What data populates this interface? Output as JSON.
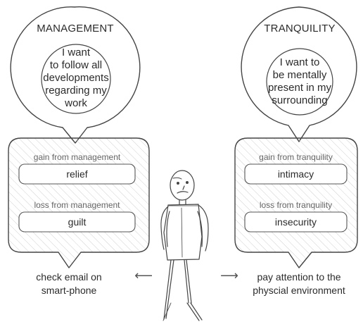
{
  "colors": {
    "stroke": "#444444",
    "hatch": "#cccccc",
    "text": "#2b2b2b",
    "muted_text": "#666666",
    "background": "#ffffff"
  },
  "left": {
    "title": "MANAGEMENT",
    "wish_lines": [
      "I want",
      "to follow all",
      "developments",
      "regarding my",
      "work"
    ],
    "gain_label": "gain from management",
    "gain_value": "relief",
    "loss_label": "loss from management",
    "loss_value": "guilt",
    "action_lines": [
      "check email on",
      "smart-phone"
    ]
  },
  "right": {
    "title": "TRANQUILITY",
    "wish_lines": [
      "I want to",
      "be mentally",
      "present in my",
      "surrounding"
    ],
    "gain_label": "gain from tranquility",
    "gain_value": "intimacy",
    "loss_label": "loss from tranquility",
    "loss_value": "insecurity",
    "action_lines": [
      "pay attention to the",
      "physcial environment"
    ]
  },
  "arrows": {
    "left_glyph": "⟵",
    "right_glyph": "⟶"
  },
  "figure": {
    "icon": "confused-person-icon"
  }
}
